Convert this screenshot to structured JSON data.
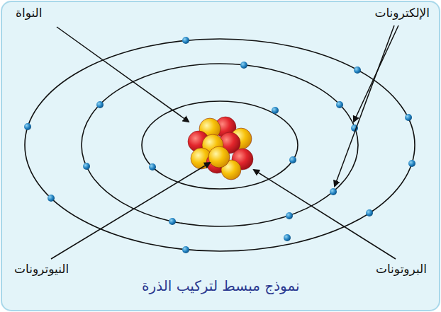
{
  "diagram": {
    "caption": "نموذج مبسط لتركيب الذرة",
    "labels": [
      "النواة",
      "الإلكترونات",
      "النيوترونات",
      "البروتونات"
    ]
  }
}
